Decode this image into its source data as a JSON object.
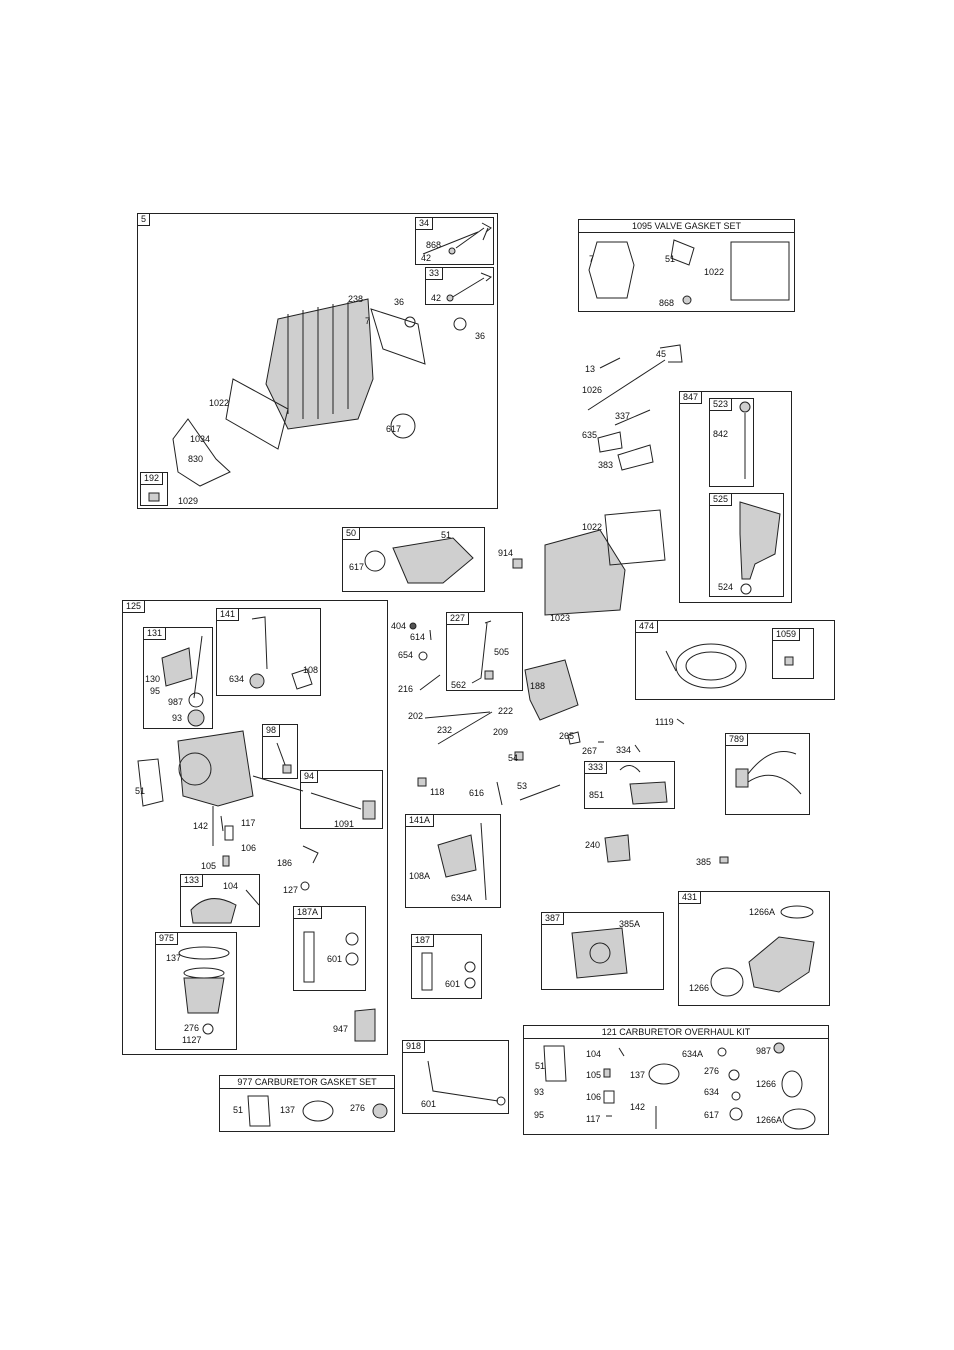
{
  "box_5": {
    "tag": "5",
    "parts": [
      "238",
      "36",
      "7",
      "36",
      "1022",
      "1034",
      "830",
      "617",
      "1029"
    ]
  },
  "box_34": {
    "tag": "34",
    "parts": [
      "868",
      "42"
    ]
  },
  "box_33": {
    "tag": "33",
    "parts": [
      "42"
    ]
  },
  "box_192": {
    "tag": "192"
  },
  "box_1095": {
    "title": "1095 VALVE GASKET SET",
    "parts": [
      "7",
      "51",
      "1022",
      "868"
    ]
  },
  "loose_upper": [
    "13",
    "45",
    "1026",
    "337",
    "635",
    "383",
    "1022",
    "914",
    "1023"
  ],
  "box_847": {
    "tag": "847"
  },
  "box_523": {
    "tag": "523",
    "parts": [
      "842"
    ]
  },
  "box_525": {
    "tag": "525",
    "parts": [
      "524"
    ]
  },
  "box_50": {
    "tag": "50",
    "parts": [
      "617",
      "51"
    ]
  },
  "box_125": {
    "tag": "125",
    "parts": [
      "51",
      "142",
      "117",
      "106",
      "105",
      "186",
      "127",
      "947"
    ]
  },
  "box_131": {
    "tag": "131",
    "parts": [
      "130",
      "95",
      "987",
      "93"
    ]
  },
  "box_141": {
    "tag": "141",
    "parts": [
      "634",
      "108"
    ]
  },
  "box_98": {
    "tag": "98"
  },
  "box_94": {
    "tag": "94",
    "parts": [
      "1091"
    ]
  },
  "box_133": {
    "tag": "133",
    "parts": [
      "104"
    ]
  },
  "box_187A": {
    "tag": "187A",
    "parts": [
      "601"
    ]
  },
  "box_975": {
    "tag": "975",
    "parts": [
      "137",
      "276",
      "1127"
    ]
  },
  "loose_middle": [
    "404",
    "614",
    "654",
    "216",
    "202",
    "232",
    "118",
    "616",
    "53",
    "54",
    "209",
    "222",
    "188",
    "265",
    "267",
    "334",
    "1119",
    "240",
    "385"
  ],
  "box_227": {
    "tag": "227",
    "parts": [
      "505",
      "562"
    ]
  },
  "box_474": {
    "tag": "474"
  },
  "box_1059": {
    "tag": "1059"
  },
  "box_789": {
    "tag": "789"
  },
  "box_333": {
    "tag": "333",
    "parts": [
      "851"
    ]
  },
  "box_141A": {
    "tag": "141A",
    "parts": [
      "108A",
      "634A"
    ]
  },
  "box_187": {
    "tag": "187",
    "parts": [
      "601"
    ]
  },
  "box_387": {
    "tag": "387",
    "parts": [
      "385A"
    ]
  },
  "box_431": {
    "tag": "431",
    "parts": [
      "1266A",
      "1266"
    ]
  },
  "box_918": {
    "tag": "918",
    "parts": [
      "601"
    ]
  },
  "box_977": {
    "title": "977 CARBURETOR GASKET SET",
    "parts": [
      "51",
      "137",
      "276"
    ]
  },
  "box_121": {
    "title": "121 CARBURETOR OVERHAUL KIT",
    "parts": [
      "51",
      "104",
      "634A",
      "987",
      "105",
      "137",
      "276",
      "93",
      "106",
      "634",
      "1266",
      "95",
      "117",
      "142",
      "617",
      "1266A"
    ]
  }
}
